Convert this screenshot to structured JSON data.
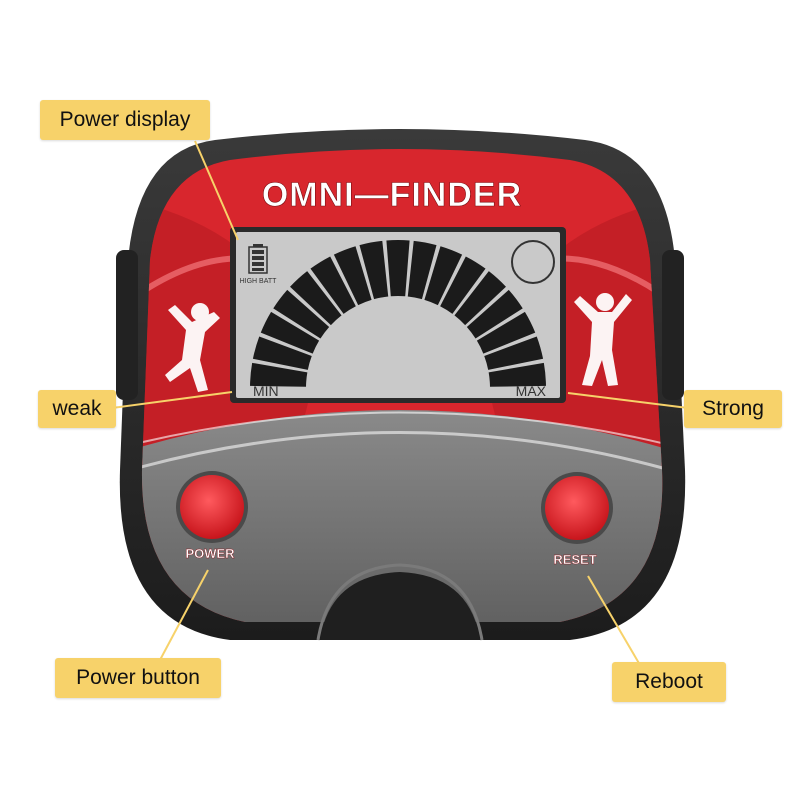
{
  "device": {
    "brand": "OMNI—FINDER",
    "battery_label": "HIGH BATT",
    "scale_min": "MIN",
    "scale_max": "MAX",
    "power_label": "POWER",
    "reset_label": "RESET"
  },
  "callouts": {
    "power_display": "Power display",
    "weak": "weak",
    "strong": "Strong",
    "power_button": "Power button",
    "reboot": "Reboot"
  },
  "colors": {
    "accent_red": "#e8343a",
    "callout_yellow": "#f7d26a",
    "lcd": "#c9c9c9",
    "body_dark": "#2b2b2b"
  }
}
